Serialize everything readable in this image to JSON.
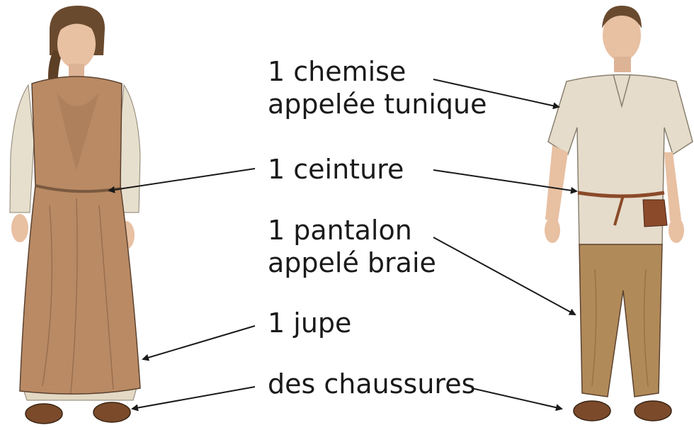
{
  "labels": {
    "tunic": [
      "1 chemise",
      "appelée tunique"
    ],
    "belt": "1 ceinture",
    "pants": [
      "1 pantalon",
      "appelé braie"
    ],
    "skirt": "1 jupe",
    "shoes": "des chaussures"
  },
  "colors": {
    "woman_dress": "#b98a64",
    "woman_sleeve": "#e7dfcd",
    "man_tunic": "#e6dccb",
    "man_pants": "#b08a58",
    "belt_leather": "#8b4a2a",
    "skin": "#e8c0a2",
    "hair": "#6a4a2e",
    "arrow": "#1a1a1a"
  }
}
